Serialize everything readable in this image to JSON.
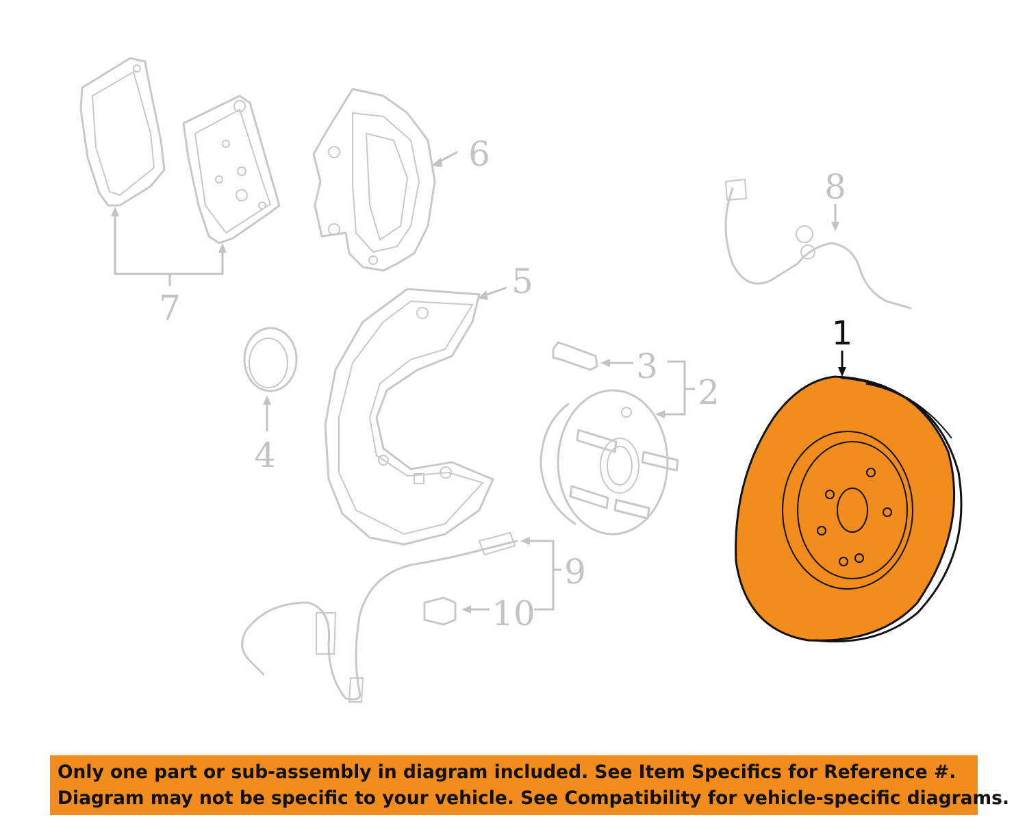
{
  "callouts": {
    "rotor": "1",
    "hub_assembly": "2",
    "hub_bolt": "3",
    "seal": "4",
    "splash_shield": "5",
    "caliper": "6",
    "brake_pads": "7",
    "brake_hose": "8",
    "wear_sensor": "9",
    "sensor_nut": "10"
  },
  "notice": {
    "line1": "Only one part or sub-assembly in diagram included. See Item Specifics for Reference #.",
    "line2": "Diagram may not be specific to your vehicle. See Compatibility for vehicle-specific diagrams."
  },
  "colors": {
    "highlight": "#f28c1c",
    "ghost_parts": "#c8c8c8",
    "outline": "#111111"
  }
}
